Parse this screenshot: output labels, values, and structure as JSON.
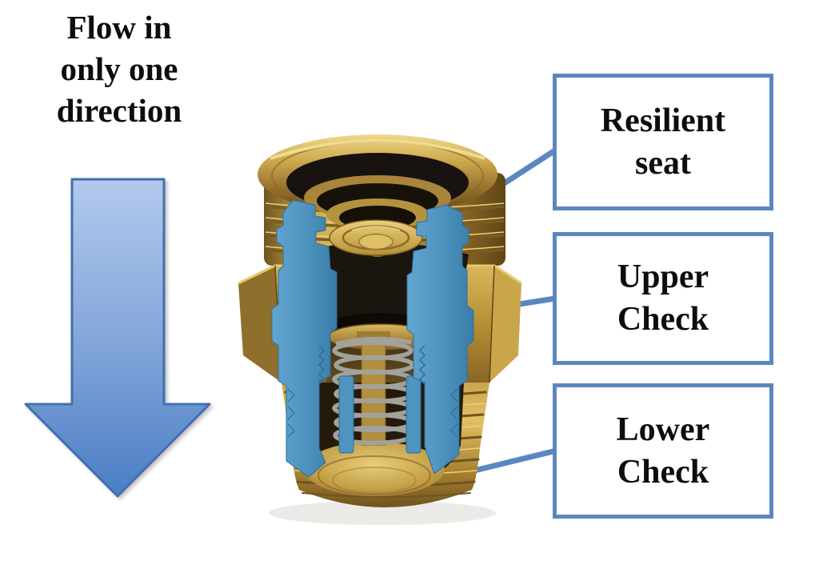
{
  "flow_label": {
    "text": "Flow in only one direction",
    "lines": [
      "Flow in",
      "only one",
      "direction"
    ]
  },
  "callouts": [
    {
      "id": "resilient-seat",
      "text": "Resilient seat",
      "lines": [
        "Resilient",
        "seat"
      ]
    },
    {
      "id": "upper-check",
      "text": "Upper Check",
      "lines": [
        "Upper",
        "Check"
      ]
    },
    {
      "id": "lower-check",
      "text": "Lower Check",
      "lines": [
        "Lower",
        "Check"
      ]
    }
  ],
  "icons": {
    "down_arrow": "downward-block-arrow"
  },
  "colors": {
    "background": "#ffffff",
    "accent_blue": "#5b87c0",
    "arrow_fill_top": "#b3c9ed",
    "arrow_fill_mid": "#7fa3d8",
    "arrow_fill_bottom": "#4a7ec4",
    "arrow_border": "#4170ad",
    "cut_section_blue": "#4f93c0",
    "brass_light": "#e6c96c",
    "brass_mid": "#b78f35",
    "brass_dark": "#6f5420",
    "rubber_seal_black": "#1b1510",
    "spring_gray": "#a3a19c",
    "text_black": "#0d0d0d"
  }
}
